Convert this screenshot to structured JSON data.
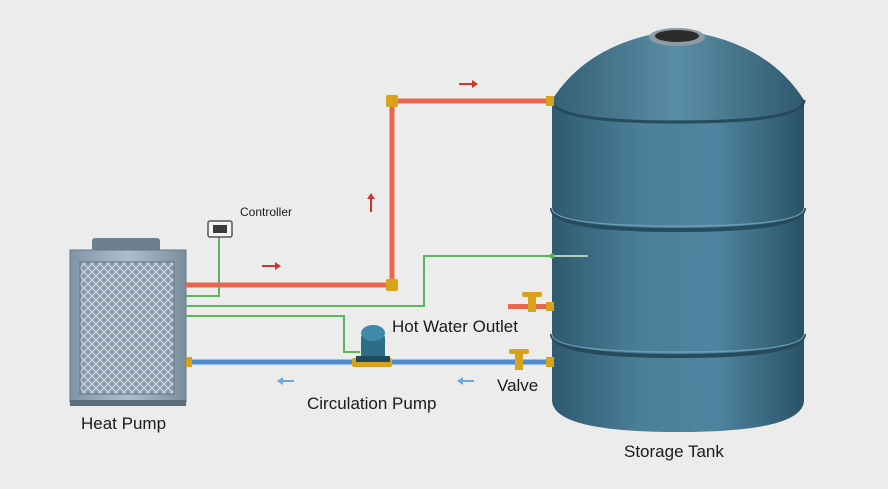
{
  "labels": {
    "controller": "Controller",
    "heat_pump": "Heat Pump",
    "hot_water_outlet": "Hot Water Outlet",
    "circulation_pump": "Circulation Pump",
    "valve": "Valve",
    "storage_tank": "Storage Tank"
  },
  "colors": {
    "background": "#ececec",
    "hot_pipe": "#e8684f",
    "cold_pipe": "#4d8ccf",
    "signal_wire": "#5fb35a",
    "fitting": "#d9a21b",
    "tank": "#3f7088",
    "flow_arrow_hot": "#d0342a",
    "flow_arrow_cold": "#6fa8dc"
  },
  "icons": {
    "heat_pump": "heat-pump-unit-icon",
    "controller": "controller-display-icon",
    "pump": "circulation-pump-icon",
    "valve": "valve-icon",
    "tank": "storage-tank-icon"
  }
}
